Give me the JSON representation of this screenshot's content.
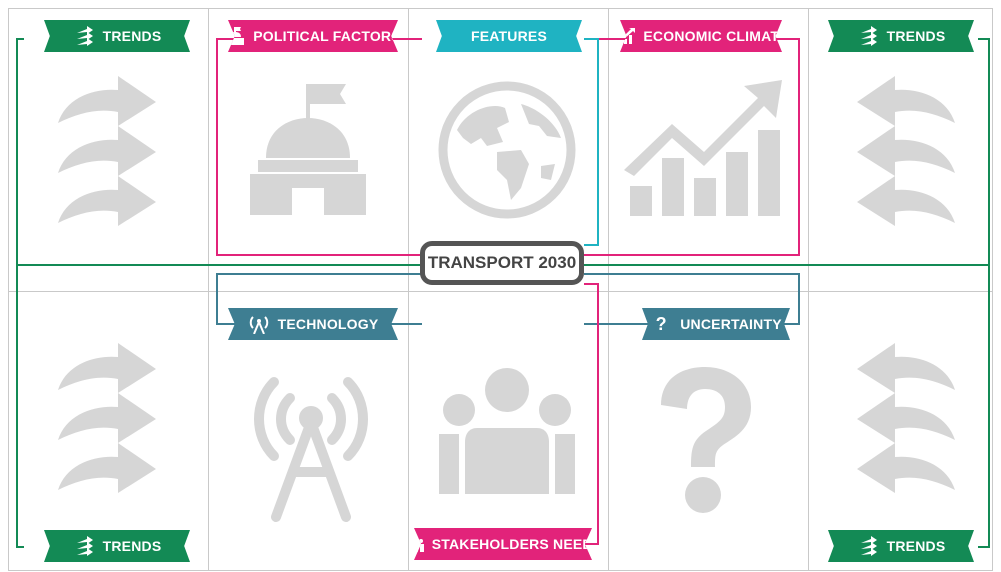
{
  "center": {
    "title": "TRANSPORT 2030"
  },
  "categories": {
    "trends_top_left": "TRENDS",
    "political": "POLITICAL FACTORS",
    "features": "FEATURES",
    "economic": "ECONOMIC CLIMATE",
    "trends_top_right": "TRENDS",
    "technology": "TECHNOLOGY",
    "uncertainty": "UNCERTAINTY",
    "trends_bottom_left": "TRENDS",
    "stakeholders": "STAKEHOLDERS NEEDS",
    "trends_bottom_right": "TRENDS"
  },
  "icons": {
    "trends": "trend-arrows-icon",
    "political": "government-building-icon",
    "features": "globe-icon",
    "economic": "growth-chart-icon",
    "technology": "radio-tower-icon",
    "uncertainty": "question-mark-icon",
    "stakeholders": "people-group-icon"
  },
  "colors": {
    "green": "#138a55",
    "pink": "#e2237a",
    "cyan": "#1fb3c2",
    "blue": "#3e7e92",
    "icon_gray": "#d6d6d6",
    "center_border": "#555555"
  }
}
